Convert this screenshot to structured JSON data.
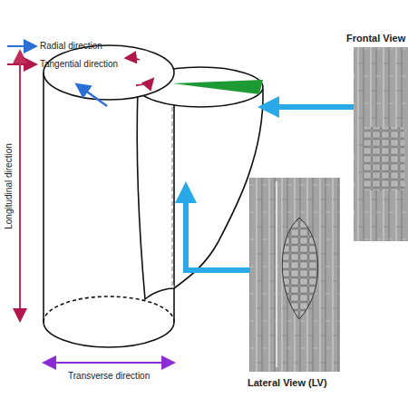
{
  "diagram": {
    "nodes": [
      {
        "text": [
          "Frontal View"
        ]
      },
      {
        "text": [
          "Lateral View (LV)"
        ]
      }
    ],
    "labels": [
      "Longitudinal direction",
      "Transverse direction"
    ],
    "legend": [
      {
        "text": "Radial direction"
      },
      {
        "text": "Tangential direction"
      }
    ]
  }
}
